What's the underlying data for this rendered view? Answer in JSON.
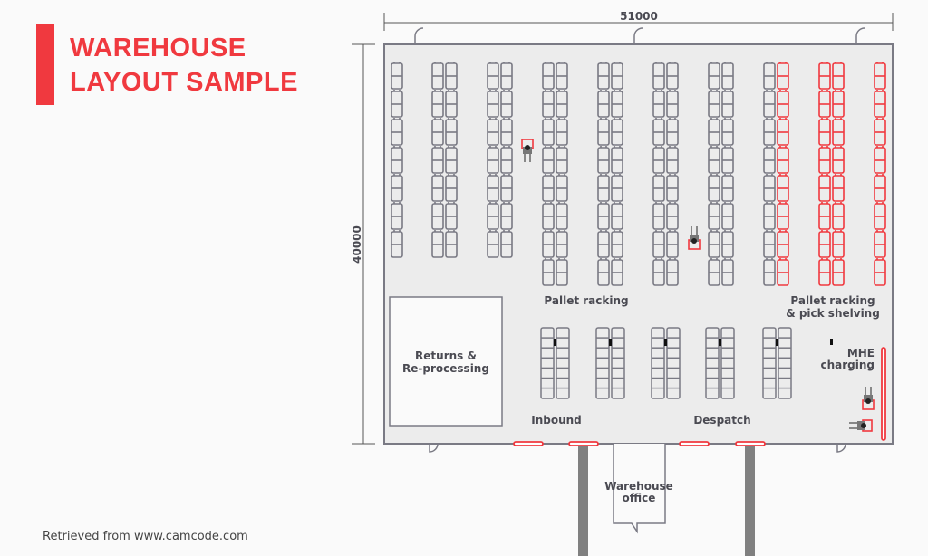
{
  "title": {
    "line1": "WAREHOUSE",
    "line2": "LAYOUT SAMPLE"
  },
  "credit": "Retrieved from www.camcode.com",
  "dimensions": {
    "width": "51000",
    "height": "40000"
  },
  "areas": {
    "pallet_racking": "Pallet racking",
    "pallet_pick_1": "Pallet racking",
    "pallet_pick_2": "& pick shelving",
    "returns_1": "Returns &",
    "returns_2": "Re-processing",
    "inbound": "Inbound",
    "despatch": "Despatch",
    "mhe_1": "MHE",
    "mhe_2": "charging",
    "office_1": "Warehouse",
    "office_2": "office"
  },
  "colors": {
    "accent": "#f0393f",
    "line": "#7a7a84",
    "floor": "#ececec"
  }
}
